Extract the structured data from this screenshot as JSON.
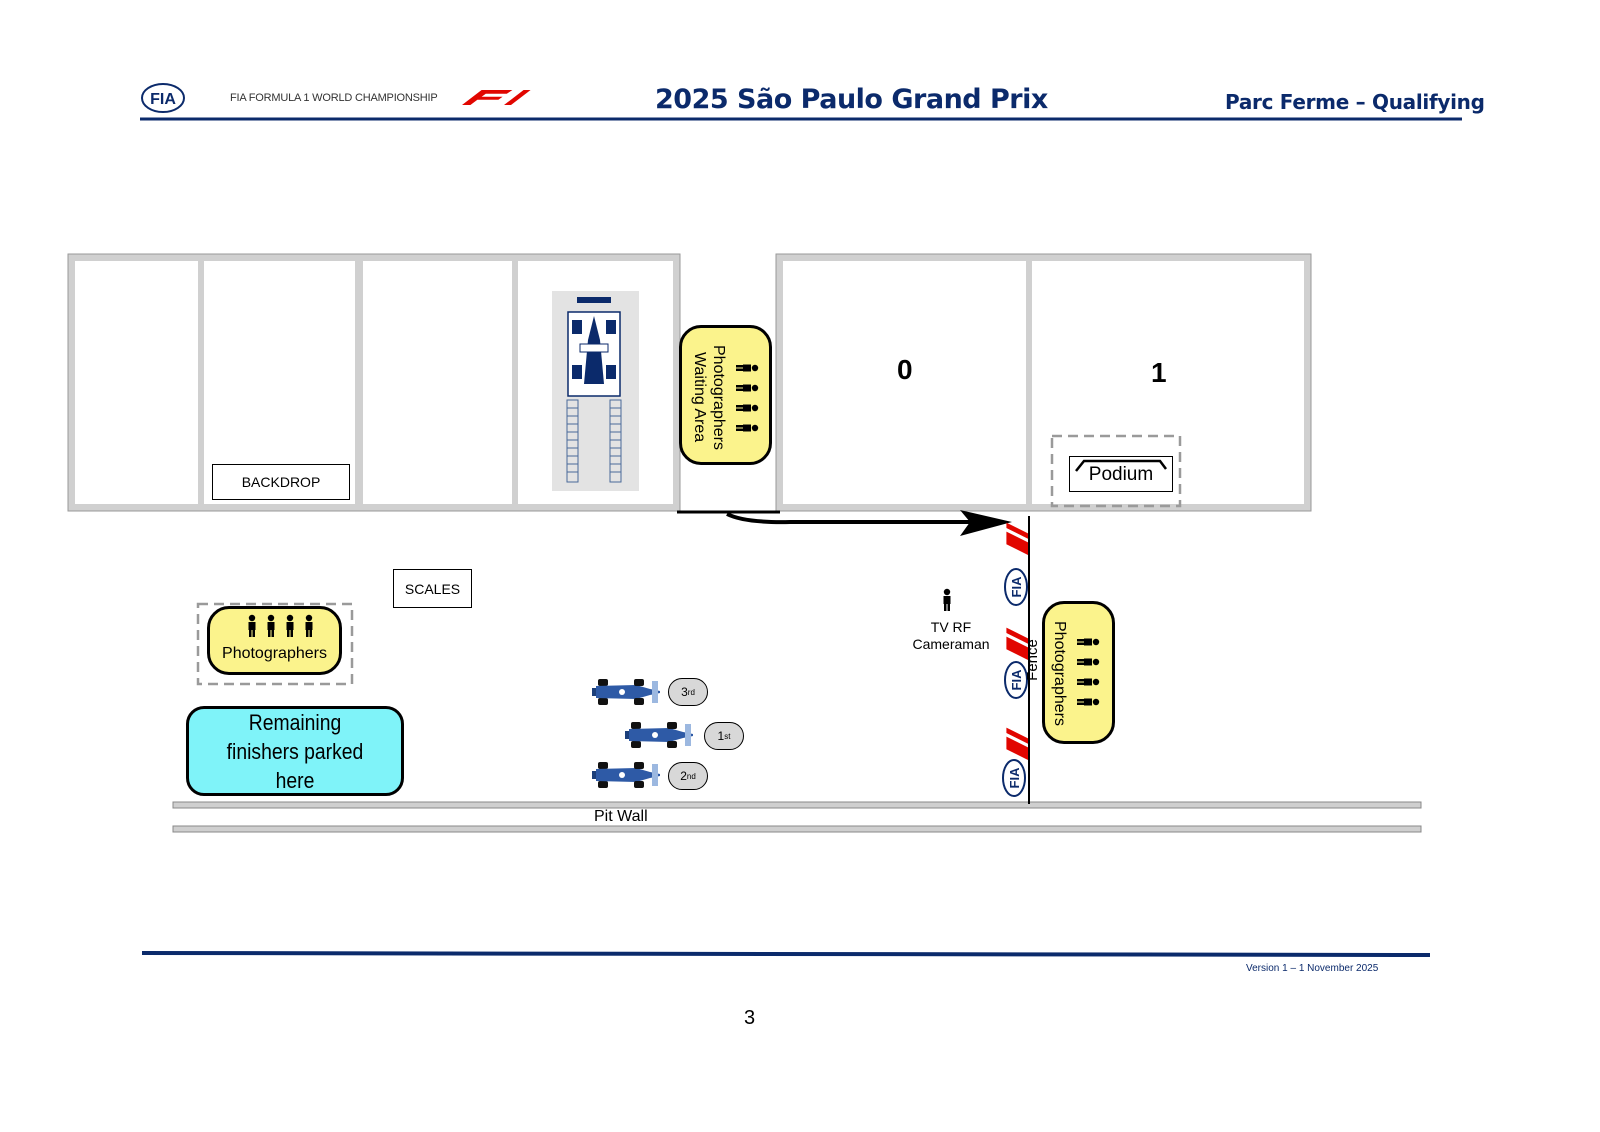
{
  "header": {
    "fia_logo": "FIA",
    "org_text": "FIA FORMULA 1 WORLD CHAMPIONSHIP",
    "f1_logo": "F1",
    "title": "2025 São Paulo Grand Prix",
    "section": "Parc Ferme – Qualifying"
  },
  "labels": {
    "backdrop": "BACKDROP",
    "scales": "SCALES",
    "photographers_waiting": "Photographers\nWaiting Area",
    "photographers_left": "Photographers",
    "photographers_right": "Photographers",
    "remaining": "Remaining finishers parked here",
    "podium": "Podium",
    "bay_0": "0",
    "bay_1": "1",
    "tv_camera": "TV RF\nCameraman",
    "fence": "Fence",
    "pit_wall": "Pit Wall"
  },
  "positions": {
    "p1_num": "1",
    "p1_suffix": "st",
    "p2_num": "2",
    "p2_suffix": "nd",
    "p3_num": "3",
    "p3_suffix": "rd"
  },
  "footer": {
    "version": "Version 1 – 1 November 2025",
    "page": "3"
  },
  "colors": {
    "navy": "#0b2a6b",
    "yellow": "#fbf38c",
    "cyan": "#7ff3f9",
    "f1_red": "#e10600",
    "car_blue": "#2e5aa6"
  }
}
